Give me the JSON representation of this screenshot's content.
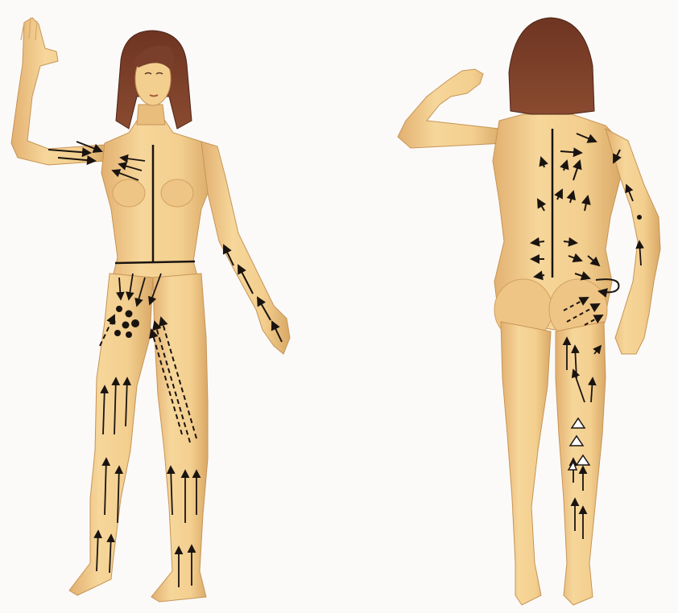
{
  "colors": {
    "skin": "#f3cf8f",
    "skin_shadow": "#d9a866",
    "skin_dark": "#b98547",
    "hair": "#7a3f2a",
    "hair_dark": "#4d2418",
    "ink": "#1a1410",
    "background": "#fbfaf8"
  },
  "figures": [
    {
      "view": "front",
      "icon": "female-body-front"
    },
    {
      "view": "back",
      "icon": "female-body-back"
    }
  ]
}
